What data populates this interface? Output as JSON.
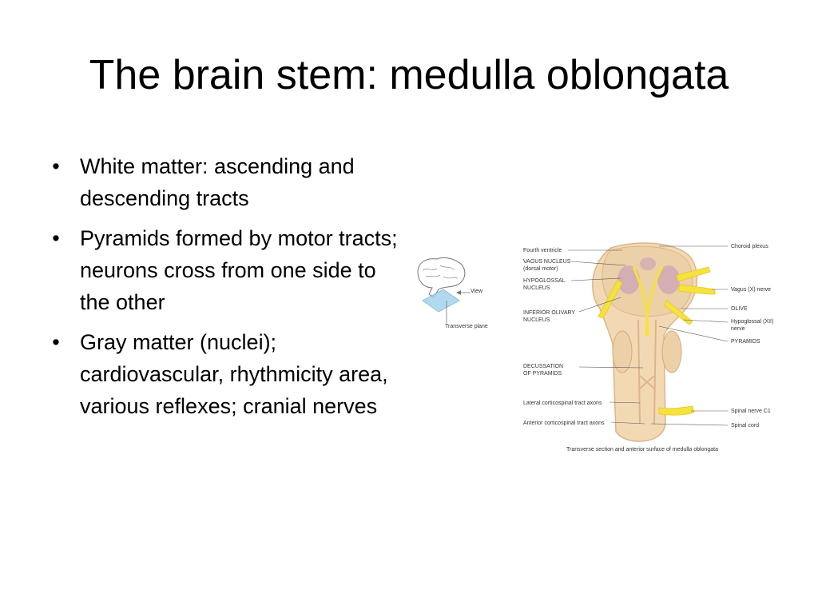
{
  "slide": {
    "title": "The brain stem: medulla oblongata",
    "bullets": [
      "White matter: ascending and descending tracts",
      "Pyramids formed by motor tracts; neurons cross from one side to the other",
      "Gray matter (nuclei); cardiovascular, rhythmicity area, various reflexes; cranial nerves"
    ],
    "bullet_symbol": "•"
  },
  "figure": {
    "inset": {
      "view_label": "View",
      "plane_label": "Transverse plane"
    },
    "labels_left": [
      "Fourth ventricle",
      "VAGUS NUCLEUS",
      "(dorsal motor)",
      "HYPOGLOSSAL",
      "NUCLEUS",
      "INFERIOR OLIVARY",
      "NUCLEUS",
      "DECUSSATION",
      "OF PYRAMIDS",
      "Lateral corticospinal tract axons",
      "Anterior corticospinal tract axons"
    ],
    "labels_right": [
      "Choroid plexus",
      "Vagus (X) nerve",
      "OLIVE",
      "Hypoglossal (XII)",
      "nerve",
      "PYRAMIDS",
      "Spinal nerve C1",
      "Spinal cord"
    ],
    "caption": "Transverse section and anterior surface of medulla oblongata",
    "colors": {
      "tissue": "#f2d9b4",
      "tissue_dark": "#dcb58a",
      "nerve": "#f5e23c",
      "nucleus": "#c9a0b8",
      "line": "#555555"
    }
  }
}
